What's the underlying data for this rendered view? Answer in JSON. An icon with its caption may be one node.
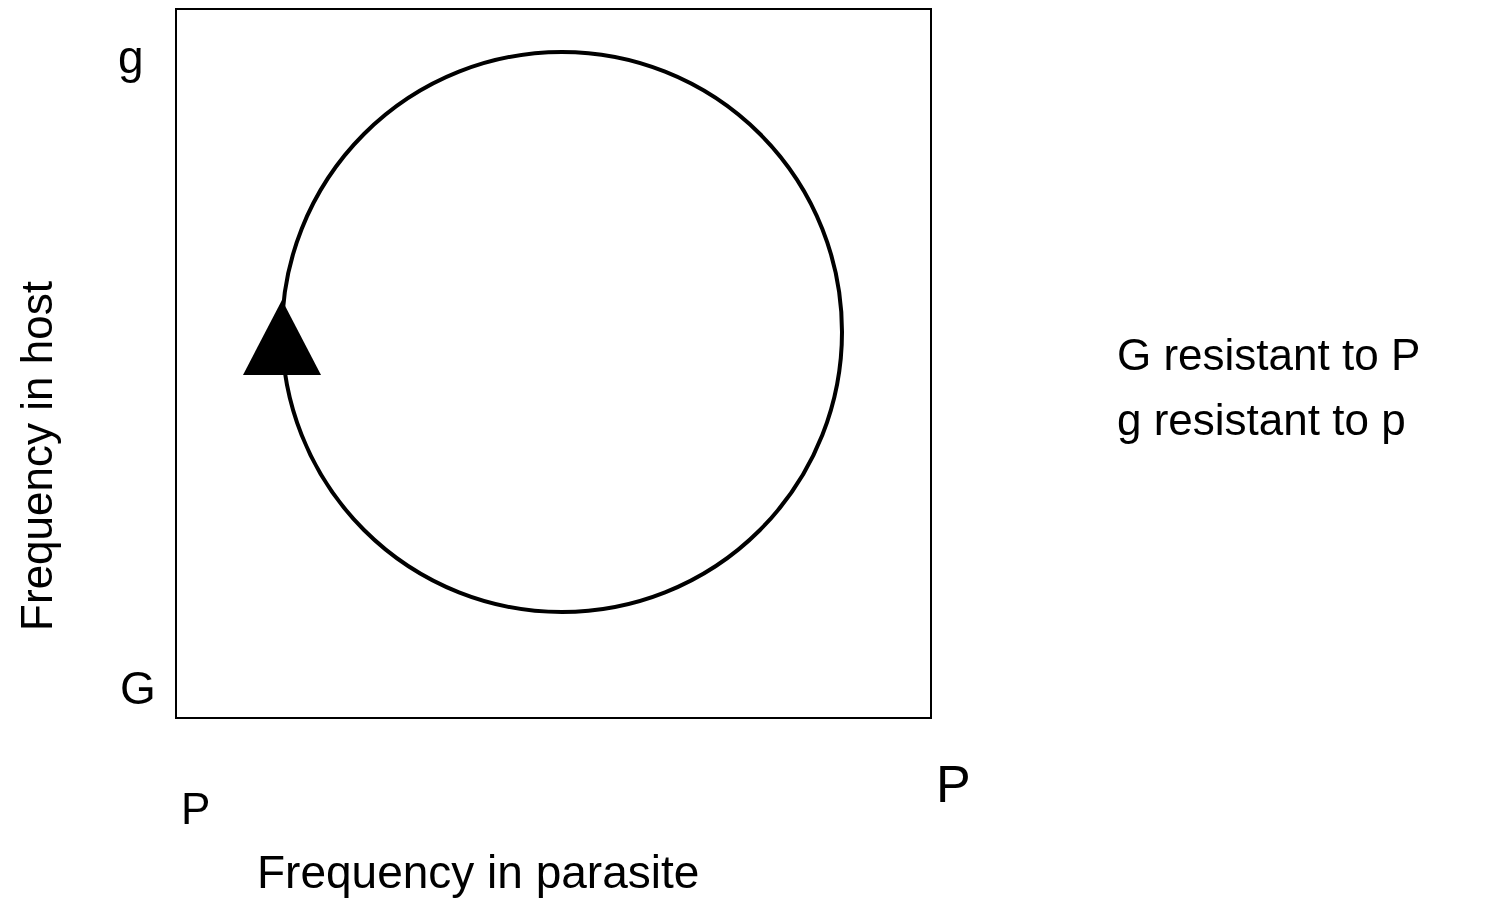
{
  "diagram": {
    "labels": [
      "g",
      "Frequency in host",
      "G",
      "G resistant to P",
      "g resistant to p",
      "P",
      "P",
      "Frequency in parasite"
    ]
  }
}
